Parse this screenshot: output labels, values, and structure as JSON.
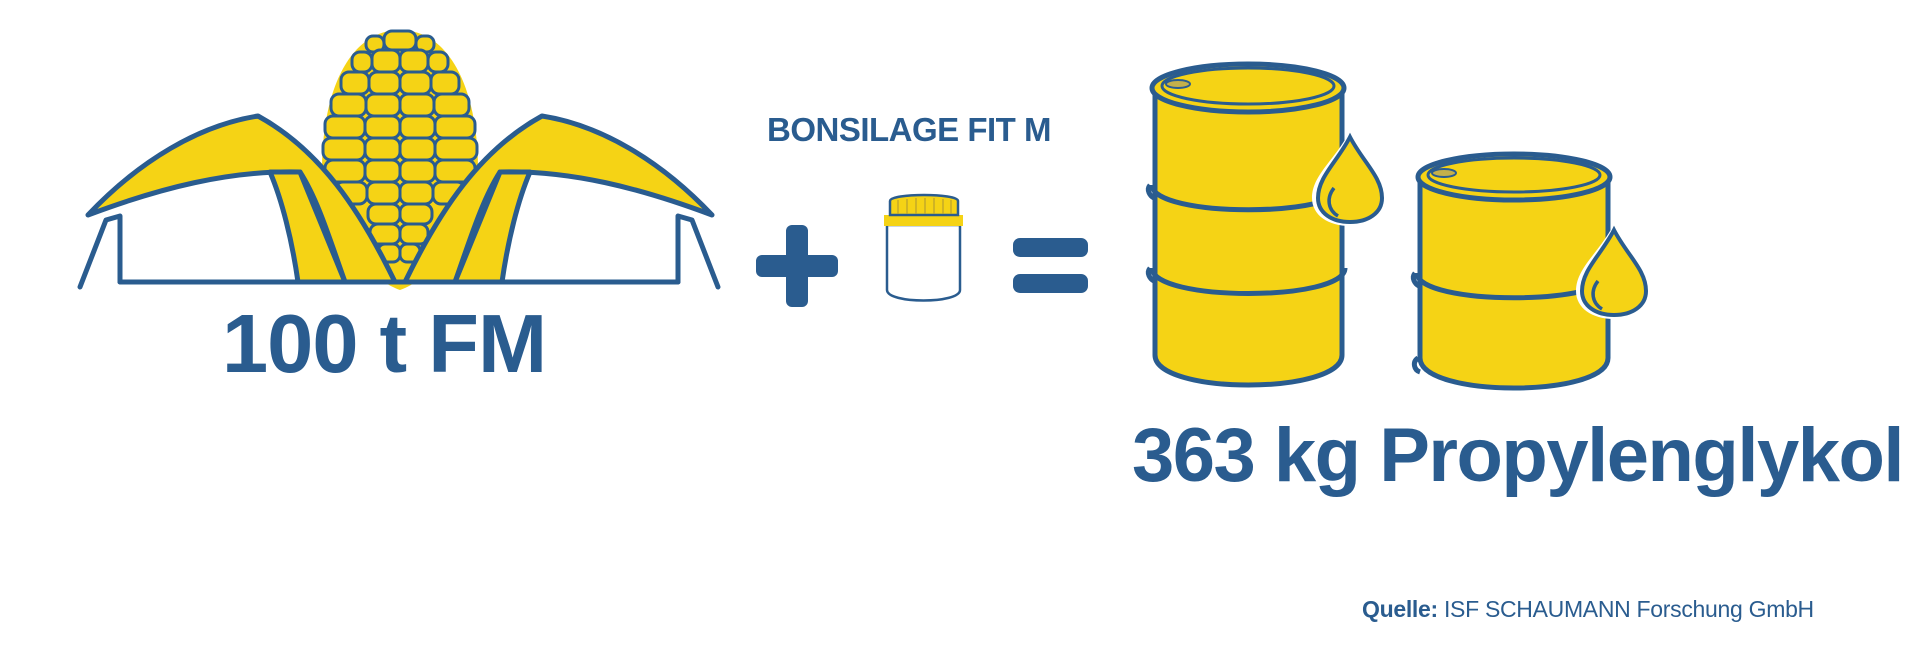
{
  "infographic": {
    "input": {
      "label": "100 t FM",
      "icon": "corn-silo-icon"
    },
    "operator_plus": "+",
    "additive": {
      "label": "BONSILAGE FIT M",
      "icon": "jar-icon"
    },
    "operator_equals": "=",
    "output": {
      "label": "363 kg Propylenglykol",
      "icons": [
        "oil-barrel-large-icon",
        "oil-barrel-small-icon",
        "drop-icon",
        "drop-icon"
      ]
    },
    "source": {
      "prefix": "Quelle:",
      "text": "ISF SCHAUMANN Forschung GmbH"
    }
  },
  "colors": {
    "blue": "#2A5C8F",
    "yellow": "#F5D315",
    "background": "#FFFFFF"
  }
}
